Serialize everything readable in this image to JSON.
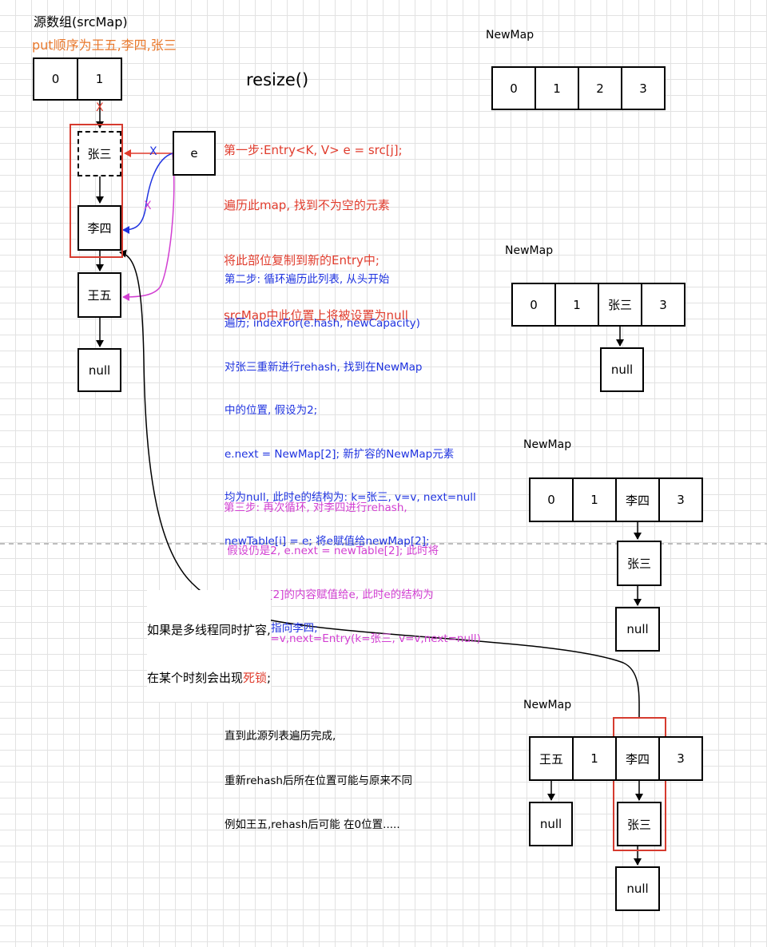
{
  "titles": {
    "src_map": "源数组(srcMap)",
    "put_order": "put顺序为王五,李四,张三",
    "resize": "resize()"
  },
  "src_array": [
    "0",
    "1"
  ],
  "src_chain": {
    "zhangsan": "张三",
    "lisi": "李四",
    "wangwu": "王五",
    "null": "null"
  },
  "entry_e": "e",
  "marks": {
    "x_red": "X",
    "x_blue": "X",
    "x_magenta": "X"
  },
  "step1": {
    "color": "#e03c2d",
    "lines": [
      "第一步:Entry<K, V> e = src[j];",
      "遍历此map, 找到不为空的元素",
      "将此部位复制到新的Entry中;",
      "srcMap中此位置上将被设置为null"
    ]
  },
  "step2": {
    "color": "#1f33e0",
    "lines": [
      "第二步: 循环遍历此列表, 从头开始",
      "遍历; indexFor(e.hash, newCapacity)",
      "对张三重新进行rehash, 找到在NewMap",
      "中的位置, 假设为2;",
      "e.next = NewMap[2]; 新扩容的NewMap元素",
      "均为null, 此时e的结构为: k=张三, v=v, next=null",
      "newTable[i] = e; 将e赋值给newMap[2];",
      "",
      "e = next指向李四;"
    ]
  },
  "step3": {
    "color": "#d23fd2",
    "lines": [
      "第三步: 再次循环, 对李四进行rehash,",
      " 假设仍是2, e.next = newTable[2]; 此时将",
      "newMap[2]的内容赋值给e, 此时e的结构为",
      "k=李四,v=v,next=Entry(k=张三, v=v,next=null)"
    ]
  },
  "deadlock": {
    "line1": "如果是多线程同时扩容,",
    "line2_prefix": "在某个时刻会出现",
    "line2_red": "死锁",
    "line2_suffix": ";",
    "red_color": "#e03c2d"
  },
  "final_note": {
    "lines": [
      "直到此源列表遍历完成,",
      "重新rehash后所在位置可能与原来不同",
      "例如王五,rehash后可能 在0位置....."
    ]
  },
  "newmaps": [
    {
      "label": "NewMap",
      "cells": [
        "0",
        "1",
        "2",
        "3"
      ]
    },
    {
      "label": "NewMap",
      "cells": [
        "0",
        "1",
        "张三",
        "3"
      ],
      "chain": [
        "null"
      ]
    },
    {
      "label": "NewMap",
      "cells": [
        "0",
        "1",
        "李四",
        "3"
      ],
      "chain": [
        "张三",
        "null"
      ]
    },
    {
      "label": "NewMap",
      "cells": [
        "王五",
        "1",
        "李四",
        "3"
      ],
      "chain_cell0": [
        "null"
      ],
      "chain": [
        "张三",
        "null"
      ]
    }
  ]
}
